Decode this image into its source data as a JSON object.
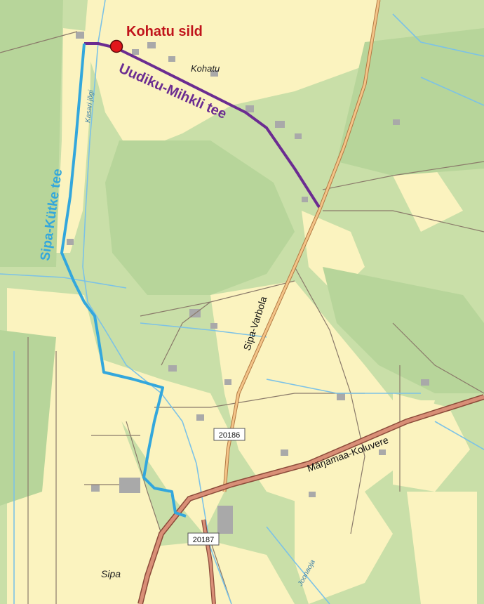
{
  "map": {
    "colors": {
      "background": "#c9dfa8",
      "field": "#fbf3bf",
      "forest": "#b7d59a",
      "building": "#a9a9a9",
      "water": "#7cc2e6",
      "main_road_fill": "#d98f77",
      "main_road_casing": "#8c4b3a",
      "secondary_road_fill": "#f4c488",
      "secondary_road_casing": "#b27a44",
      "track": "#8a7a6a",
      "route_purple": "#6b2c91",
      "route_blue": "#33a7dc",
      "marker_fill": "#e2161b",
      "marker_title": "#c0141b"
    },
    "marker_label": "Kohatu sild",
    "village_kohatu": "Kohatu",
    "village_sipa": "Sipa",
    "route_purple_label": "Uudiku-Mihkli tee",
    "route_blue_label": "Sipa-Kütke tee",
    "road_main_label": "Märjamaa-Koluvere",
    "road_secondary_label": "Sipa-Varbola",
    "river_kasari": "Kasari jõgi",
    "river_joonaoja": "Joonaoja",
    "road_number_1": "20186",
    "road_number_2": "20187"
  }
}
